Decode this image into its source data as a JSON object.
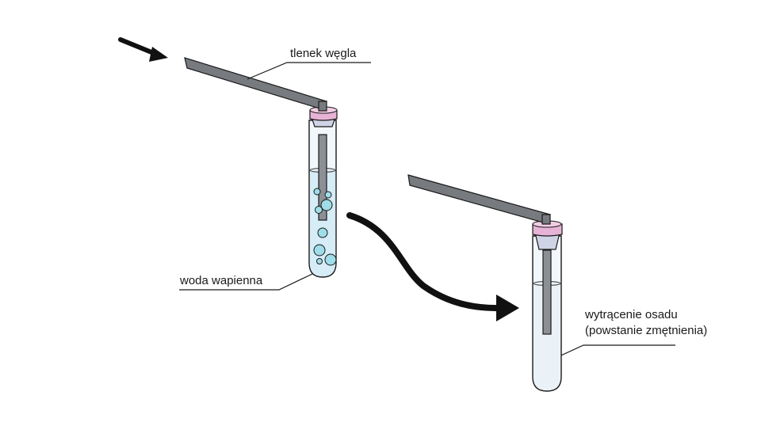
{
  "labels": {
    "gas": "tlenek węgla",
    "solution": "woda wapienna",
    "result_line1": "wytrącenie osadu",
    "result_line2": "(powstanie zmętnienia)"
  },
  "colors": {
    "outline": "#1a1a1a",
    "tube_tube": "#777b80",
    "stopper": "#e6b3d6",
    "stopper_side": "#cfd3e6",
    "glass": "#f2f7fb",
    "limewater": "#d6ecf6",
    "bubble": "#9fdde8",
    "arrow": "#111111"
  }
}
